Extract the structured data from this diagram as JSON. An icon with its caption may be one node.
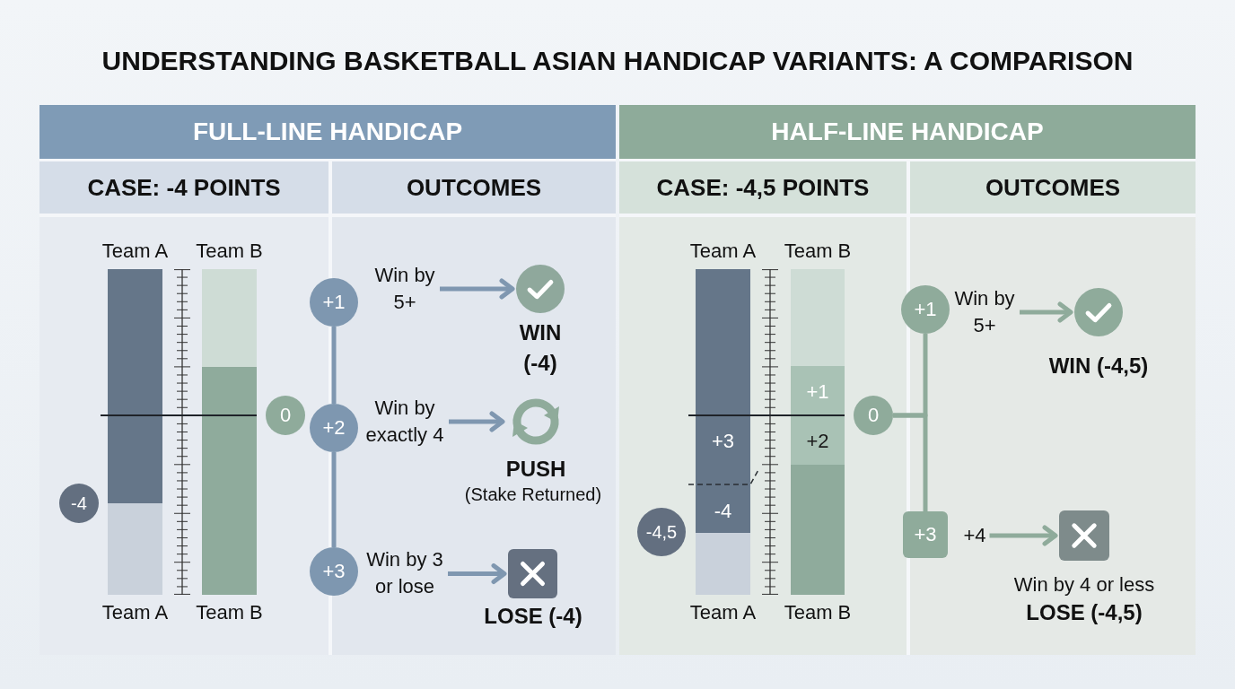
{
  "diagram": {
    "title": "UNDERSTANDING BASKETBALL ASIAN HANDICAP VARIANTS: A COMPARISON",
    "nodes": [
      {
        "text": [
          "FULL-LINE HANDICAP"
        ]
      },
      {
        "text": [
          "CASE: -4 POINTS"
        ],
        "in": 0
      },
      {
        "text": [
          "Team A",
          "Team A"
        ],
        "in": 1
      },
      {
        "text": [
          "Team B",
          "Team B"
        ],
        "in": 1
      },
      {
        "text": [
          "-4"
        ],
        "in": 1
      },
      {
        "text": [
          "0"
        ],
        "in": 1
      },
      {
        "text": [
          "OUTCOMES"
        ],
        "in": 0
      },
      {
        "text": [
          "+1"
        ],
        "in": 0
      },
      {
        "text": [
          "Win by 5+"
        ],
        "in": 6
      },
      {
        "text": [],
        "shape": "circle",
        "beside": [
          "WIN (-4)"
        ],
        "in": 6
      },
      {
        "text": [
          "+2"
        ],
        "in": 0
      },
      {
        "text": [
          "Win by exactly 4"
        ],
        "in": 6
      },
      {
        "text": [],
        "shape": "picture",
        "beside": [
          "PUSH",
          "(Stake Returned)"
        ],
        "in": 6
      },
      {
        "text": [
          "+3"
        ],
        "in": 0
      },
      {
        "text": [
          "Win by 3 or lose"
        ],
        "in": 6
      },
      {
        "text": [],
        "shape": "box",
        "beside": [
          "LOSE (-4)"
        ],
        "in": 6
      },
      {
        "text": [
          "HALF-LINE HANDICAP"
        ]
      },
      {
        "text": [
          "CASE: -4,5 POINTS"
        ],
        "in": 16
      },
      {
        "text": [
          "Team A",
          "+3",
          "-4",
          "Team A"
        ],
        "in": 17
      },
      {
        "text": [
          "Team B",
          "+1",
          "+2",
          "Team B"
        ],
        "in": 17
      },
      {
        "text": [
          "-4,5"
        ],
        "in": 17
      },
      {
        "text": [
          "0"
        ],
        "in": 17
      },
      {
        "text": [
          "OUTCOMES"
        ],
        "in": 16
      },
      {
        "text": [
          "+1"
        ],
        "in": 16
      },
      {
        "text": [
          "Win by 5+"
        ],
        "in": 22
      },
      {
        "text": [],
        "shape": "circle",
        "beside": [
          "WIN (-4,5)"
        ],
        "in": 22
      },
      {
        "text": [
          "+3"
        ],
        "in": 16
      },
      {
        "text": [
          "+4"
        ],
        "in": 22
      },
      {
        "text": [],
        "shape": "box",
        "beside": [
          "Win by 4 or less",
          "LOSE (-4,5)"
        ],
        "in": 22
      }
    ],
    "edges": [
      {
        "from": 7,
        "to": 10,
        "arrow": "none"
      },
      {
        "from": 10,
        "to": 13,
        "arrow": "none"
      },
      {
        "from": 8,
        "to": 9,
        "arrow": "to"
      },
      {
        "from": 11,
        "to": 12,
        "arrow": "to"
      },
      {
        "from": 14,
        "to": 15,
        "arrow": "to"
      },
      {
        "from": 21,
        "to": 23,
        "arrow": "none",
        "color": "#8fab9b"
      },
      {
        "from": 21,
        "to": 26,
        "arrow": "none",
        "color": "#8fab9b"
      },
      {
        "from": 24,
        "to": 25,
        "arrow": "to",
        "color": "#8fab9b"
      },
      {
        "from": 27,
        "to": 28,
        "arrow": "to",
        "color": "#8fab9b"
      }
    ]
  }
}
